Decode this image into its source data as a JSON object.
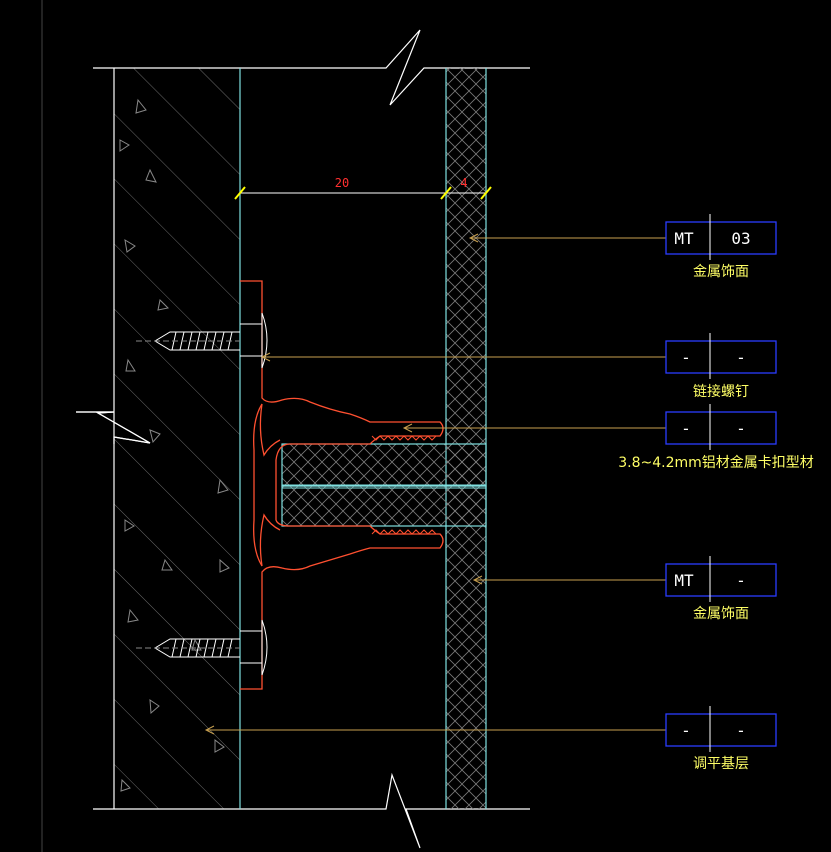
{
  "dimensions": {
    "gap": "20",
    "panel": "4"
  },
  "callouts": [
    {
      "left": "MT",
      "right": "03",
      "caption": "金属饰面"
    },
    {
      "left": "-",
      "right": "-",
      "caption": "链接螺钉"
    },
    {
      "left": "-",
      "right": "-",
      "caption": "3.8~4.2mm铝材金属卡扣型材"
    },
    {
      "left": "MT",
      "right": "-",
      "caption": "金属饰面"
    },
    {
      "left": "-",
      "right": "-",
      "caption": "调平基层"
    }
  ],
  "colors": {
    "background": "#000000",
    "outline": "#ffffff",
    "cyan": "#7fe0e0",
    "clip": "#ff5030",
    "leader": "#c8a050",
    "tag_box": "#2a3cff",
    "caption": "#ffff66",
    "dimension": "#ff3030",
    "tick": "#ffff00"
  }
}
